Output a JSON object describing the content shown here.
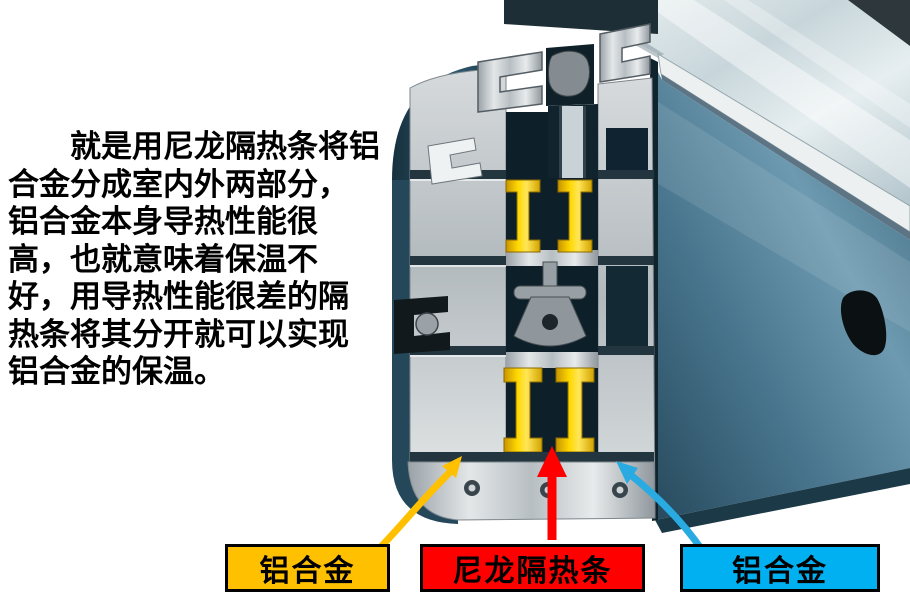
{
  "description": {
    "lines": [
      "就是用尼龙隔热条将铝",
      "合金分成室内外两部分，",
      "铝合金本身导热性能很",
      "高，也就意味着保温不",
      "好，用导热性能很差的隔",
      "热条将其分开就可以实现",
      "铝合金的保温。"
    ],
    "full_text": "就是用尼龙隔热条将铝合金分成室内外两部分，铝合金本身导热性能很高，也就意味着保温不好，用导热性能很差的隔热条将其分开就可以实现铝合金的保温。"
  },
  "labels": [
    {
      "text": "铝合金",
      "bg": "#FFC000",
      "arrow_color": "#FFC000",
      "points_to": "outer-aluminum-profile"
    },
    {
      "text": "尼龙隔热条",
      "bg": "#FF0000",
      "arrow_color": "#FF0000",
      "points_to": "nylon-thermal-break-strips"
    },
    {
      "text": "铝合金",
      "bg": "#00B0F0",
      "arrow_color": "#29ABE2",
      "points_to": "inner-aluminum-profile"
    }
  ],
  "diagram": {
    "subject": "aluminum-window-frame-cross-section-with-nylon-thermal-break",
    "colors": {
      "aluminum_surface": "#3c657c",
      "aluminum_cut_face": "#c4cacd",
      "nylon_strip": "#ffd800",
      "rubber_gasket": "#98a0a5",
      "glass": "#d6e1e5"
    }
  }
}
